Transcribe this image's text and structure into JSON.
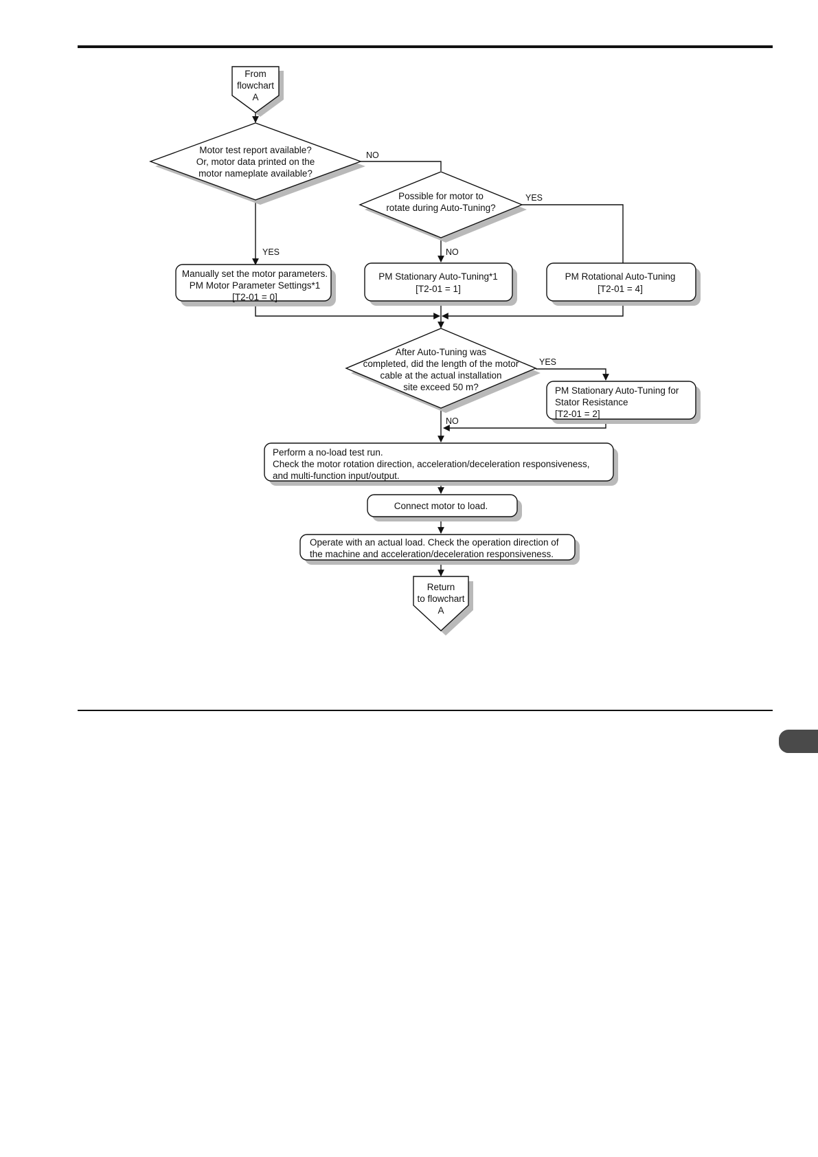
{
  "connectors": {
    "start": [
      "From",
      "flowchart",
      "A"
    ],
    "end": [
      "Return",
      "to flowchart",
      "A"
    ]
  },
  "decisions": {
    "motor_data": [
      "Motor test report available?",
      "Or, motor data printed on the",
      "motor nameplate available?"
    ],
    "rotate": [
      "Possible for motor to",
      "rotate during Auto-Tuning?"
    ],
    "cable": [
      "After Auto-Tuning was",
      "completed, did the length of the motor",
      "cable at the actual installation",
      "site exceed 50 m?"
    ]
  },
  "processes": {
    "manual": [
      "Manually set the motor parameters.",
      "PM Motor Parameter Settings*1",
      "[T2-01 = 0]"
    ],
    "stationary": [
      "PM Stationary Auto-Tuning*1",
      "[T2-01 = 1]"
    ],
    "rotational": [
      "PM Rotational Auto-Tuning",
      "[T2-01 = 4]"
    ],
    "stator": [
      "PM Stationary Auto-Tuning for",
      "Stator Resistance",
      "[T2-01 = 2]"
    ],
    "noload": [
      "Perform a no-load test run.",
      "Check the motor rotation direction, acceleration/deceleration responsiveness,",
      "and multi-function input/output."
    ],
    "connect": [
      "Connect motor to load."
    ],
    "operate": [
      "Operate with an actual load. Check the operation direction of",
      "the machine and acceleration/deceleration responsiveness."
    ]
  },
  "labels": {
    "no1": "NO",
    "yes1": "YES",
    "yes2": "YES",
    "no2": "NO",
    "yes3": "YES",
    "no3": "NO"
  },
  "colors": {
    "line": "#111111",
    "shadow": "#b9b9b9",
    "fill": "#ffffff",
    "side_tab": "#4a4a4a"
  }
}
